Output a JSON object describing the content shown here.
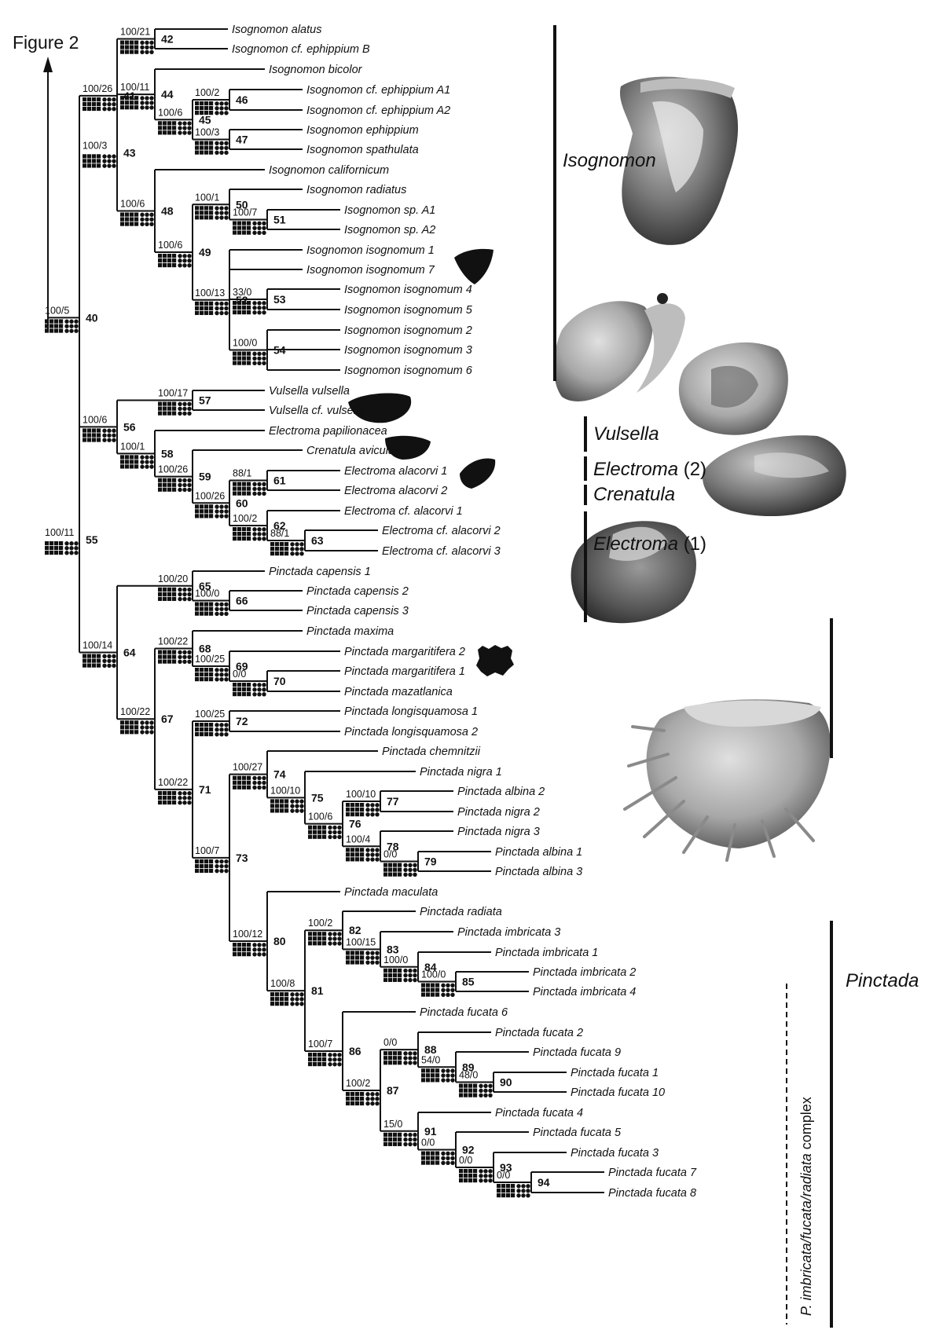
{
  "figure_label": "Figure 2",
  "groups": {
    "isognomon": "Isognomon",
    "vulsella": "Vulsella",
    "electroma2": {
      "name": "Electroma",
      "suffix": " (2)"
    },
    "crenatula": "Crenatula",
    "electroma1": {
      "name": "Electroma",
      "suffix": " (1)"
    },
    "pinctada": "Pinctada",
    "complex": {
      "italic": "P. imbricata/fucata/radiata",
      "plain": " complex"
    }
  },
  "taxa": [
    "Isognomon alatus",
    "Isognomon cf. ephippium B",
    "Isognomon bicolor",
    "Isognomon cf. ephippium A1",
    "Isognomon cf. ephippium A2",
    "Isognomon ephippium",
    "Isognomon spathulata",
    "Isognomon californicum",
    "Isognomon radiatus",
    "Isognomon sp. A1",
    "Isognomon sp. A2",
    "Isognomon isognomum 1",
    "Isognomon isognomum 7",
    "Isognomon isognomum 4",
    "Isognomon isognomum 5",
    "Isognomon isognomum 2",
    "Isognomon isognomum 3",
    "Isognomon isognomum 6",
    "Vulsella vulsella",
    "Vulsella cf. vulsella",
    "Electroma papilionacea",
    "Crenatula avicularis",
    "Electroma alacorvi 1",
    "Electroma alacorvi 2",
    "Electroma cf. alacorvi 1",
    "Electroma cf. alacorvi 2",
    "Electroma cf. alacorvi 3",
    "Pinctada capensis 1",
    "Pinctada capensis 2",
    "Pinctada capensis 3",
    "Pinctada maxima",
    "Pinctada margaritifera 2",
    "Pinctada margaritifera 1",
    "Pinctada mazatlanica",
    "Pinctada longisquamosa 1",
    "Pinctada longisquamosa 2",
    "Pinctada chemnitzii",
    "Pinctada nigra 1",
    "Pinctada albina 2",
    "Pinctada nigra 2",
    "Pinctada nigra 3",
    "Pinctada albina 1",
    "Pinctada albina 3",
    "Pinctada maculata",
    "Pinctada radiata",
    "Pinctada imbricata 3",
    "Pinctada imbricata 1",
    "Pinctada imbricata 2",
    "Pinctada imbricata 4",
    "Pinctada fucata 6",
    "Pinctada fucata 2",
    "Pinctada fucata 9",
    "Pinctada fucata 1",
    "Pinctada fucata 10",
    "Pinctada fucata 4",
    "Pinctada fucata 5",
    "Pinctada fucata 3",
    "Pinctada fucata 7",
    "Pinctada fucata 8"
  ],
  "nodes": [
    {
      "id": "40",
      "support": "100/5"
    },
    {
      "id": "41",
      "support": "100/26"
    },
    {
      "id": "42",
      "support": "100/21"
    },
    {
      "id": "43",
      "support": "100/3"
    },
    {
      "id": "44",
      "support": "100/11"
    },
    {
      "id": "45",
      "support": "100/6"
    },
    {
      "id": "46",
      "support": "100/2"
    },
    {
      "id": "47",
      "support": "100/3"
    },
    {
      "id": "48",
      "support": "100/6"
    },
    {
      "id": "49",
      "support": "100/6"
    },
    {
      "id": "50",
      "support": "100/1"
    },
    {
      "id": "51",
      "support": "100/7"
    },
    {
      "id": "52",
      "support": "100/13"
    },
    {
      "id": "53",
      "support": "33/0"
    },
    {
      "id": "54",
      "support": "100/0"
    },
    {
      "id": "55",
      "support": "100/11"
    },
    {
      "id": "56",
      "support": "100/6"
    },
    {
      "id": "57",
      "support": "100/17"
    },
    {
      "id": "58",
      "support": "100/1"
    },
    {
      "id": "59",
      "support": "100/26"
    },
    {
      "id": "60",
      "support": "100/26"
    },
    {
      "id": "61",
      "support": "88/1"
    },
    {
      "id": "62",
      "support": "100/2"
    },
    {
      "id": "63",
      "support": "88/1"
    },
    {
      "id": "64",
      "support": "100/14"
    },
    {
      "id": "65",
      "support": "100/20"
    },
    {
      "id": "66",
      "support": "100/0"
    },
    {
      "id": "67",
      "support": "100/22"
    },
    {
      "id": "68",
      "support": "100/22"
    },
    {
      "id": "69",
      "support": "100/25"
    },
    {
      "id": "70",
      "support": "0/0"
    },
    {
      "id": "71",
      "support": "100/22"
    },
    {
      "id": "72",
      "support": "100/25"
    },
    {
      "id": "73",
      "support": "100/7"
    },
    {
      "id": "74",
      "support": "100/27"
    },
    {
      "id": "75",
      "support": "100/10"
    },
    {
      "id": "76",
      "support": "100/6"
    },
    {
      "id": "77",
      "support": "100/10"
    },
    {
      "id": "78",
      "support": "100/4"
    },
    {
      "id": "79",
      "support": "0/0"
    },
    {
      "id": "80",
      "support": "100/12"
    },
    {
      "id": "81",
      "support": "100/8"
    },
    {
      "id": "82",
      "support": "100/2"
    },
    {
      "id": "83",
      "support": "100/15"
    },
    {
      "id": "84",
      "support": "100/0"
    },
    {
      "id": "85",
      "support": "100/0"
    },
    {
      "id": "86",
      "support": "100/7"
    },
    {
      "id": "87",
      "support": "100/2"
    },
    {
      "id": "88",
      "support": "0/0"
    },
    {
      "id": "89",
      "support": "54/0"
    },
    {
      "id": "90",
      "support": "48/0"
    },
    {
      "id": "91",
      "support": "15/0"
    },
    {
      "id": "92",
      "support": "0/0"
    },
    {
      "id": "93",
      "support": "0/0"
    },
    {
      "id": "94",
      "support": "0/0"
    }
  ],
  "colors": {
    "ink": "#111111",
    "shell_dark": "#4a4a4a",
    "shell_light": "#9a9a9a",
    "background": "#ffffff"
  }
}
